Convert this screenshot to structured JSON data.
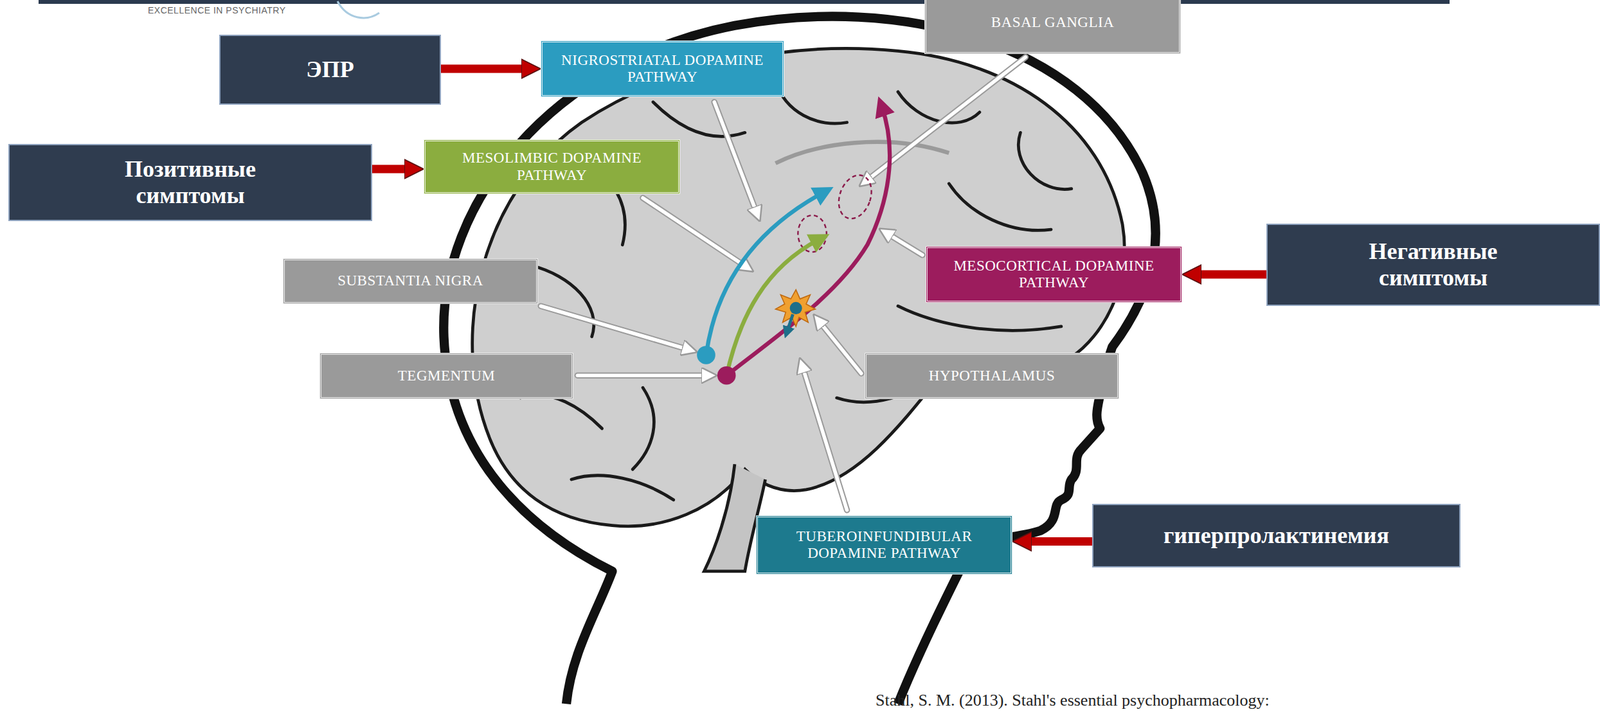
{
  "diagram": {
    "nodes": [
      {
        "text": [
          "ЭПР"
        ]
      },
      {
        "text": [
          "NIGROSTRIATAL DOPAMINE PATHWAY"
        ]
      },
      {
        "text": [
          "BASAL GANGLIA"
        ]
      },
      {
        "text": [
          "Позитивные симптомы"
        ]
      },
      {
        "text": [
          "MESOLIMBIC DOPAMINE PATHWAY"
        ]
      },
      {
        "text": [
          "SUBSTANTIA NIGRA"
        ]
      },
      {
        "text": [
          "MESOCORTICAL DOPAMINE PATHWAY"
        ]
      },
      {
        "text": [
          "Негативные симптомы"
        ]
      },
      {
        "text": [
          "TEGMENTUM"
        ]
      },
      {
        "text": [
          "HYPOTHALAMUS"
        ]
      },
      {
        "text": [
          "TUBEROINFUNDIBULAR DOPAMINE PATHWAY"
        ]
      },
      {
        "text": [
          "гиперпролактинемия"
        ]
      }
    ],
    "edges": [
      {
        "from": 0,
        "to": 1,
        "arrow": "to"
      },
      {
        "from": 3,
        "to": 4,
        "arrow": "to"
      },
      {
        "from": 7,
        "to": 6,
        "arrow": "to"
      },
      {
        "from": 11,
        "to": 10,
        "arrow": "to"
      }
    ],
    "labels": [
      "EXCELLENCE IN PSYCHIATRY",
      "Stahl, S. M. (2013). Stahl's essential psychopharmacology:"
    ]
  }
}
